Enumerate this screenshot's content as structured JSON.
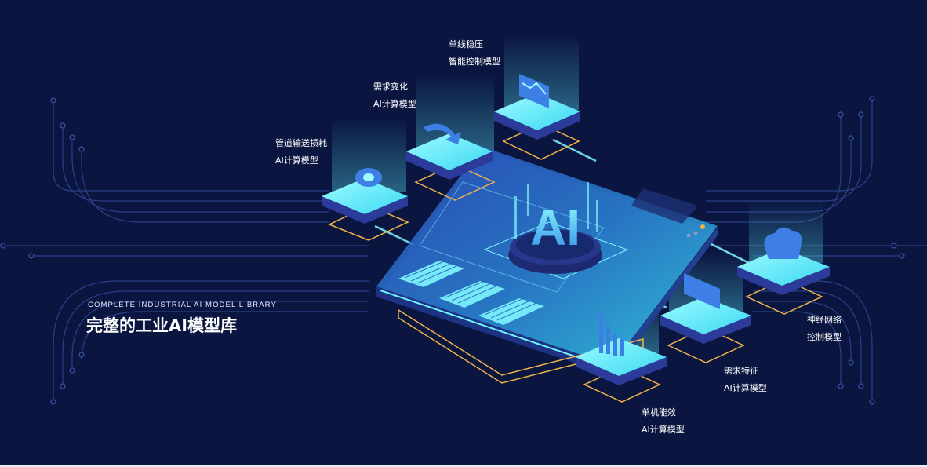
{
  "headline": {
    "en": "COMPLETE INDUSTRIAL AI MODEL LIBRARY",
    "cn": "完整的工业AI模型库"
  },
  "center_badge": "AI",
  "colors": {
    "background": "#0b1640",
    "accent_cyan": "#5ef3ff",
    "accent_blue": "#2e4ec0",
    "outline_gold": "#f2b24a",
    "line_blue": "#2a3f88"
  },
  "modules": [
    {
      "id": "pipeline-loss",
      "line1": "管道输送损耗",
      "line2": "AI计算模型",
      "icon": "pipe-gauge-icon"
    },
    {
      "id": "demand-change",
      "line1": "需求变化",
      "line2": "AI计算模型",
      "icon": "trend-arrow-icon"
    },
    {
      "id": "single-line-pressure",
      "line1": "单线稳压",
      "line2": "智能控制模型",
      "icon": "monitor-wave-icon"
    },
    {
      "id": "neural-network",
      "line1": "神经网络",
      "line2": "控制模型",
      "icon": "cloud-icon"
    },
    {
      "id": "demand-feature",
      "line1": "需求特征",
      "line2": "AI计算模型",
      "icon": "display-icon"
    },
    {
      "id": "single-machine-efficiency",
      "line1": "单机能效",
      "line2": "AI计算模型",
      "icon": "bar-chart-icon"
    }
  ]
}
